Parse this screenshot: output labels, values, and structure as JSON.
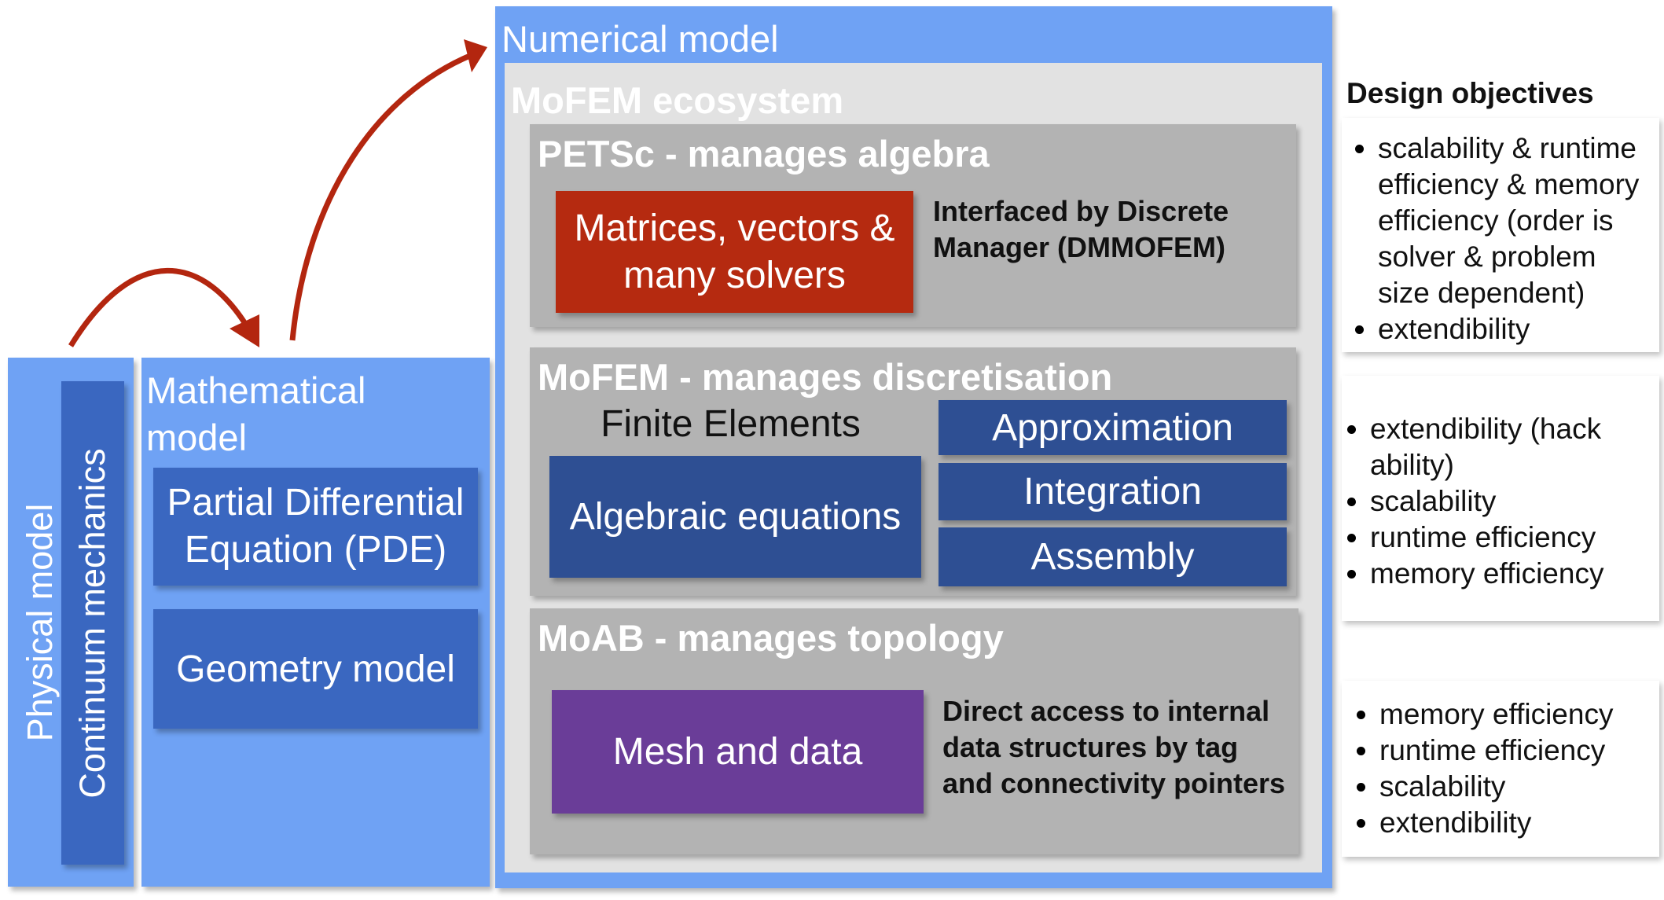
{
  "physical_model": {
    "label": "Physical model",
    "inner_label": "Continuum mechanics"
  },
  "mathematical_model": {
    "title": "Mathematical model",
    "pde": "Partial Differential Equation (PDE)",
    "geometry": "Geometry model"
  },
  "numerical_model": {
    "title": "Numerical model",
    "ecosystem_title": "MoFEM ecosystem",
    "petsc": {
      "title": "PETSc - manages algebra",
      "box": "Matrices, vectors & many solvers",
      "note": "Interfaced by Discrete Manager (DMMOFEM)"
    },
    "mofem": {
      "title": "MoFEM - manages discretisation",
      "fe_label": "Finite Elements",
      "algebraic": "Algebraic equations",
      "approximation": "Approximation",
      "integration": "Integration",
      "assembly": "Assembly"
    },
    "moab": {
      "title": "MoAB - manages topology",
      "box": "Mesh and data",
      "note": "Direct access to internal data structures by tag and connectivity pointers"
    }
  },
  "design_objectives": {
    "title": "Design objectives",
    "groups": [
      [
        "scalability & runtime efficiency & memory efficiency (order is solver & problem size dependent)",
        "extendibility"
      ],
      [
        "extendibility (hack ability)",
        "scalability",
        "runtime efficiency",
        "memory efficiency"
      ],
      [
        "memory efficiency",
        "runtime efficiency",
        "scalability",
        "extendibility"
      ]
    ]
  },
  "colors": {
    "arrow": "#b3260f",
    "petsc_box": "#b52a10",
    "moab_box": "#6a3d98",
    "light_blue": "#6fa2f4",
    "dark_blue": "#3a67c0",
    "navy": "#2e4f93"
  }
}
